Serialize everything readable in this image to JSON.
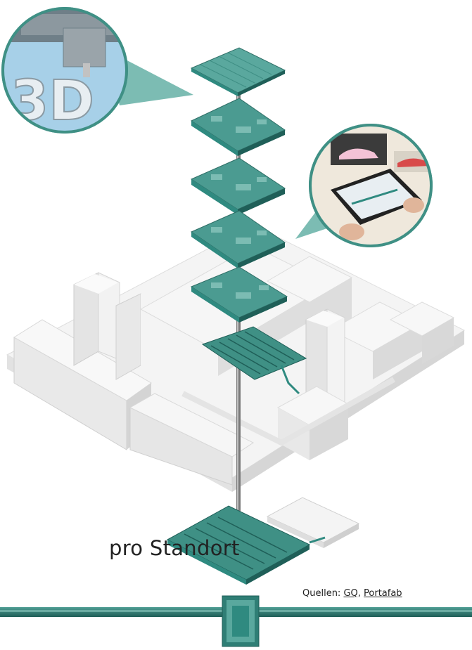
{
  "caption": {
    "text": "pro Standort"
  },
  "sources": {
    "label": "Quellen: ",
    "separator": ", ",
    "links": [
      "GQ",
      "Portafab"
    ]
  },
  "colors": {
    "teal": "#2f8a80",
    "teal_dark": "#1f5f58",
    "teal_light": "#5aa89e",
    "building": "#efefef",
    "building_shade": "#d8d8d8",
    "ground": "#f6f6f6"
  },
  "callouts": [
    {
      "icon": "3d-printer-icon",
      "subject": "3D printing nozzle printing \"3D\" letters"
    },
    {
      "icon": "tablet-shoe-design-icon",
      "subject": "hands on tablet designing a shoe"
    }
  ],
  "floors": {
    "count": 6,
    "basement": 1
  }
}
